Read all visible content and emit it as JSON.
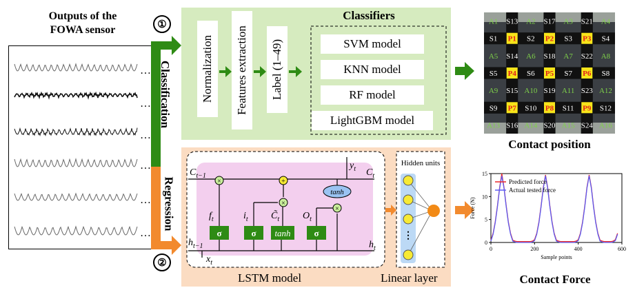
{
  "sensor": {
    "title_line1": "Outputs of the",
    "title_line2": "FOWA sensor",
    "ellipsis": "…"
  },
  "badges": {
    "classification_num": "①",
    "regression_num": "②"
  },
  "branches": {
    "classification": "Classification",
    "regression": "Regression"
  },
  "classification": {
    "steps": [
      "Normalization",
      "Features extraction",
      "Label (1–49)"
    ],
    "classifiers_title": "Classifiers",
    "models": [
      "SVM model",
      "KNN model",
      "RF model",
      "LightGBM model"
    ]
  },
  "regression": {
    "lstm_caption": "LSTM model",
    "linear_caption": "Linear layer",
    "hidden_units": "Hidden units",
    "tanh": "tanh",
    "sigma": "σ"
  },
  "contact_position": {
    "caption": "Contact position",
    "rows": [
      [
        "A1",
        "S13",
        "A2",
        "S17",
        "A3",
        "S21",
        "A4"
      ],
      [
        "S1",
        "P1",
        "S2",
        "P2",
        "S3",
        "P3",
        "S4"
      ],
      [
        "A5",
        "S14",
        "A6",
        "S18",
        "A7",
        "S22",
        "A8"
      ],
      [
        "S5",
        "P4",
        "S6",
        "P5",
        "S7",
        "P6",
        "S8"
      ],
      [
        "A9",
        "S15",
        "A10",
        "S19",
        "A11",
        "S23",
        "A12"
      ],
      [
        "S9",
        "P7",
        "S10",
        "P8",
        "S11",
        "P9",
        "S12"
      ],
      [
        "A13",
        "S16",
        "A14",
        "S20",
        "A15",
        "S24",
        "A16"
      ]
    ]
  },
  "contact_force": {
    "caption": "Contact Force",
    "chart_data": {
      "type": "line",
      "xlabel": "Sample points",
      "ylabel": "Force (N)",
      "xlim": [
        0,
        600
      ],
      "ylim": [
        0,
        15
      ],
      "xticks": [
        0,
        200,
        400,
        600
      ],
      "yticks": [
        0,
        5,
        10,
        15
      ],
      "series": [
        {
          "name": "Predicted force",
          "color": "#e8262a",
          "x": [
            0,
            10,
            20,
            30,
            40,
            50,
            60,
            70,
            80,
            90,
            100,
            110,
            120,
            130,
            140,
            150,
            160,
            170,
            180,
            190,
            200,
            210,
            220,
            230,
            240,
            250,
            260,
            270,
            280,
            290,
            300,
            310,
            320,
            330,
            340,
            350,
            360,
            370,
            380,
            390,
            400,
            410,
            420,
            430,
            440,
            450,
            460,
            470,
            480,
            490,
            500,
            510,
            520,
            530,
            540,
            550,
            560,
            570,
            580
          ],
          "y": [
            0.5,
            2,
            4.5,
            8,
            12,
            15,
            12,
            8,
            4.5,
            2,
            0.5,
            0.3,
            0.2,
            0.2,
            0.2,
            0.2,
            0.2,
            0.2,
            0.2,
            0.3,
            0.6,
            2,
            4.5,
            8,
            12,
            14.7,
            12,
            8,
            4.5,
            2,
            0.5,
            0.3,
            0.2,
            0.2,
            0.2,
            0.2,
            0.2,
            0.2,
            0.2,
            0.3,
            0.6,
            2,
            4.5,
            8,
            12,
            14.7,
            12,
            8,
            4.5,
            2,
            0.5,
            0.3,
            0.2,
            0.2,
            0.2,
            0.2,
            0.3,
            0.6,
            2
          ]
        },
        {
          "name": "Actual tested force",
          "color": "#5b5bf2",
          "x": [
            0,
            10,
            20,
            30,
            40,
            50,
            60,
            70,
            80,
            90,
            100,
            110,
            120,
            130,
            140,
            150,
            160,
            170,
            180,
            190,
            200,
            210,
            220,
            230,
            240,
            250,
            260,
            270,
            280,
            290,
            300,
            310,
            320,
            330,
            340,
            350,
            360,
            370,
            380,
            390,
            400,
            410,
            420,
            430,
            440,
            450,
            460,
            470,
            480,
            490,
            500,
            510,
            520,
            530,
            540,
            550,
            560,
            570,
            580
          ],
          "y": [
            0.3,
            1.8,
            4.3,
            7.8,
            11.8,
            14.5,
            11.8,
            7.8,
            4.3,
            1.8,
            0.3,
            0.1,
            0,
            0,
            0,
            0,
            0,
            0,
            0,
            0.1,
            0.4,
            1.8,
            4.3,
            7.8,
            11.8,
            14.5,
            11.8,
            7.8,
            4.3,
            1.8,
            0.3,
            0.1,
            0,
            0,
            0,
            0,
            0,
            0,
            0,
            0.1,
            0.4,
            1.8,
            4.3,
            7.8,
            11.8,
            14.5,
            11.8,
            7.8,
            4.3,
            1.8,
            0.3,
            0.1,
            0,
            0,
            0,
            0,
            0.1,
            0.4,
            1.8
          ]
        }
      ]
    }
  },
  "colors": {
    "green_arrow": "#2e8b14",
    "orange_arrow": "#f28a2e",
    "cls_panel": "#d6ebbf",
    "reg_panel": "#fbdcc2",
    "gate": "#2e8b14",
    "node": "#f7ea35",
    "output_node": "#f28a16"
  }
}
